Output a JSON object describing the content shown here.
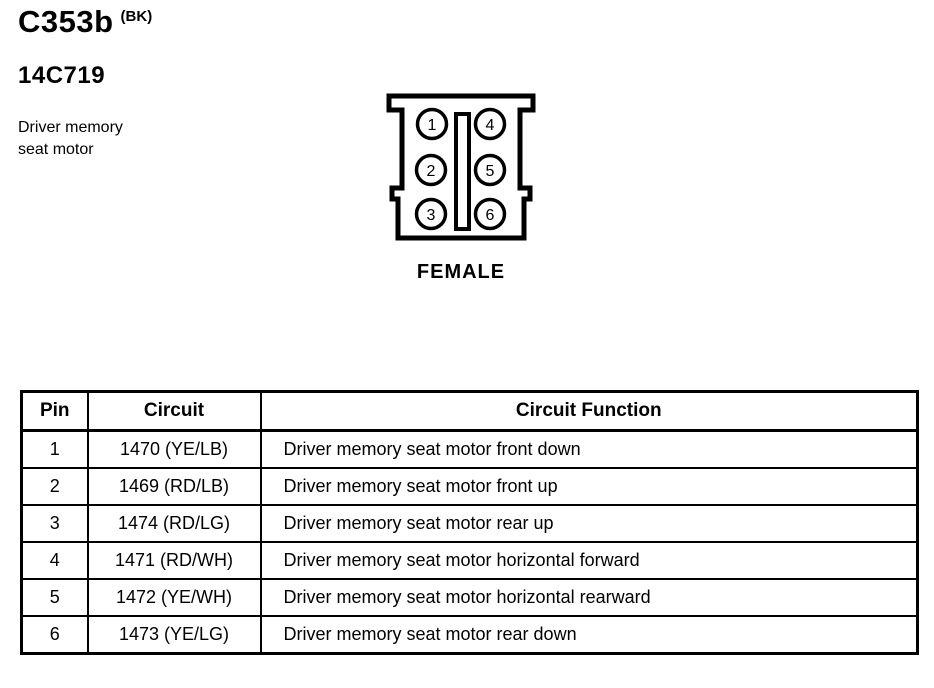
{
  "header": {
    "connector_id": "C353b",
    "connector_color_code": "(BK)",
    "part_number": "14C719",
    "description_line1": "Driver memory",
    "description_line2": "seat motor"
  },
  "connector": {
    "gender_label": "FEMALE",
    "pins": [
      "1",
      "2",
      "3",
      "4",
      "5",
      "6"
    ]
  },
  "table": {
    "headers": [
      "Pin",
      "Circuit",
      "Circuit Function"
    ],
    "rows": [
      {
        "pin": "1",
        "circuit": "1470 (YE/LB)",
        "function": "Driver memory seat motor front down"
      },
      {
        "pin": "2",
        "circuit": "1469 (RD/LB)",
        "function": "Driver memory seat motor front up"
      },
      {
        "pin": "3",
        "circuit": "1474 (RD/LG)",
        "function": "Driver memory seat motor rear up"
      },
      {
        "pin": "4",
        "circuit": "1471 (RD/WH)",
        "function": "Driver memory seat motor horizontal forward"
      },
      {
        "pin": "5",
        "circuit": "1472 (YE/WH)",
        "function": "Driver memory seat motor horizontal rearward"
      },
      {
        "pin": "6",
        "circuit": "1473 (YE/LG)",
        "function": "Driver memory seat motor rear down"
      }
    ]
  },
  "colors": {
    "ink": "#000000",
    "paper": "#ffffff"
  }
}
